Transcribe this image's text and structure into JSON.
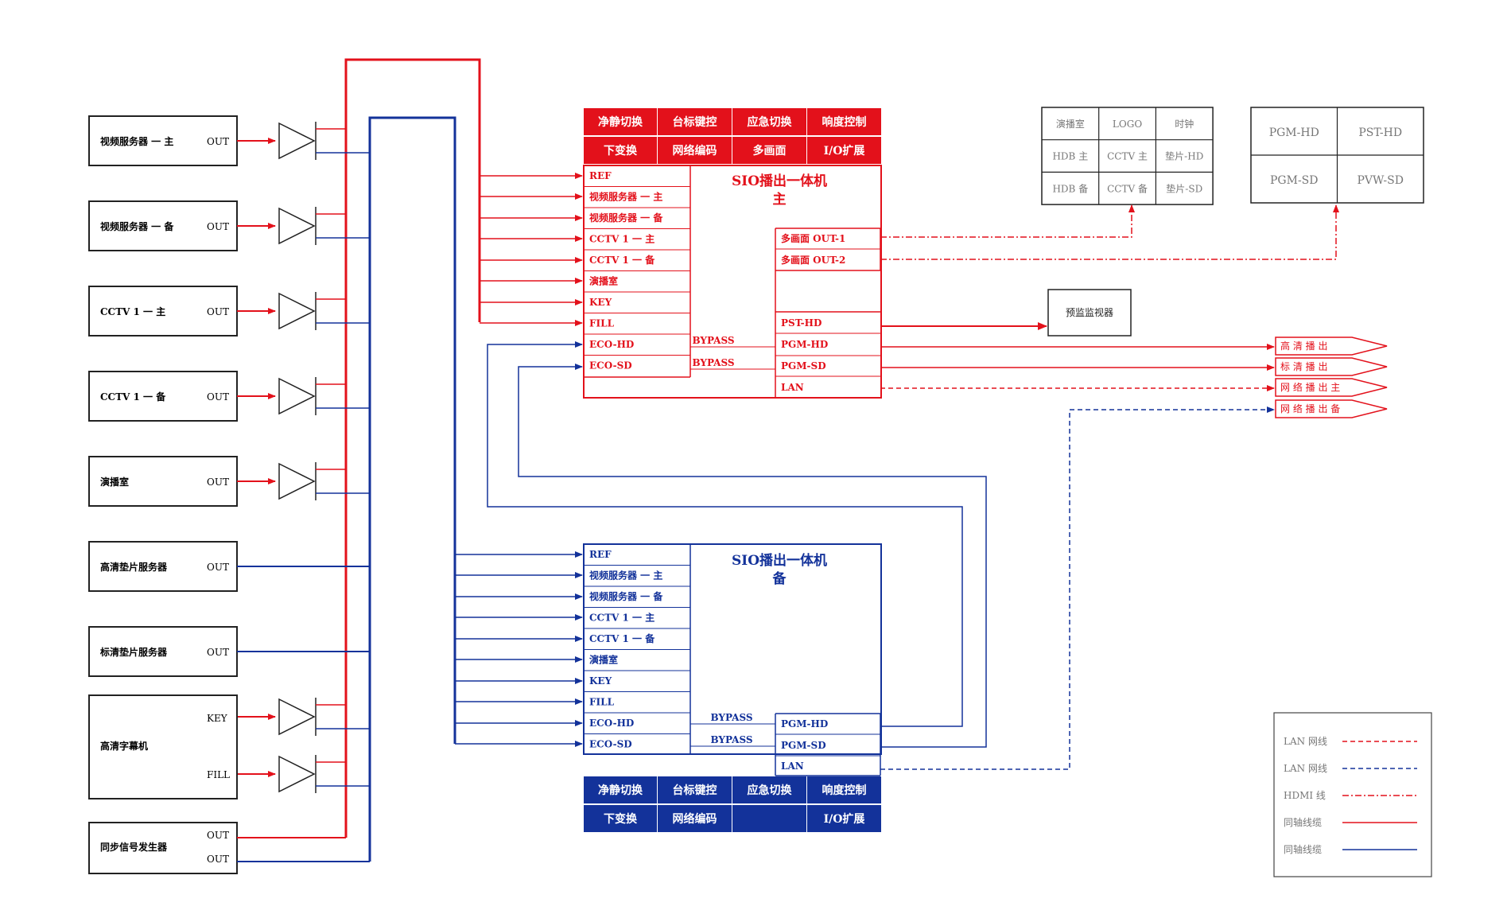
{
  "colors": {
    "red": "#e3111b",
    "blue": "#13329a",
    "dark": "#222222",
    "gray": "#777777"
  },
  "sources": [
    {
      "label": "视频服务器 一 主",
      "out": "OUT",
      "amp": true
    },
    {
      "label": "视频服务器 一 备",
      "out": "OUT",
      "amp": true
    },
    {
      "label": "CCTV 1 一 主",
      "out": "OUT",
      "amp": true
    },
    {
      "label": "CCTV 1 一 备",
      "out": "OUT",
      "amp": true
    },
    {
      "label": "演播室",
      "out": "OUT",
      "amp": true
    },
    {
      "label": "高清垫片服务器",
      "out": "OUT",
      "amp": false
    },
    {
      "label": "标清垫片服务器",
      "out": "OUT",
      "amp": false
    }
  ],
  "caption_machine": {
    "label": "高清字幕机",
    "key": "KEY",
    "fill": "FILL"
  },
  "sync_generator": {
    "label": "同步信号发生器",
    "out1": "OUT",
    "out2": "OUT"
  },
  "main_unit": {
    "title1": "SIO播出一体机",
    "title2": "主",
    "buttons_row1": [
      "净静切换",
      "台标键控",
      "应急切换",
      "响度控制"
    ],
    "buttons_row2": [
      "下变换",
      "网络编码",
      "多画面",
      "I/O扩展"
    ],
    "inputs": [
      "REF",
      "视频服务器 一 主",
      "视频服务器 一 备",
      "CCTV 1 一 主",
      "CCTV 1 一 备",
      "演播室",
      "KEY",
      "FILL",
      "ECO-HD",
      "ECO-SD"
    ],
    "outputs": [
      "多画面 OUT-1",
      "多画面 OUT-2",
      "PST-HD",
      "PGM-HD",
      "PGM-SD",
      "LAN"
    ],
    "bypass": "BYPASS"
  },
  "backup_unit": {
    "title1": "SIO播出一体机",
    "title2": "备",
    "buttons_row1": [
      "净静切换",
      "台标键控",
      "应急切换",
      "响度控制"
    ],
    "buttons_row2": [
      "下变换",
      "网络编码",
      "",
      "I/O扩展"
    ],
    "inputs": [
      "REF",
      "视频服务器 一 主",
      "视频服务器 一 备",
      "CCTV 1 一 主",
      "CCTV 1 一 备",
      "演播室",
      "KEY",
      "FILL",
      "ECO-HD",
      "ECO-SD"
    ],
    "outputs": [
      "PGM-HD",
      "PGM-SD",
      "LAN"
    ],
    "bypass": "BYPASS"
  },
  "monitor_grid_1": [
    "演播室",
    "LOGO",
    "时钟",
    "HDB 主",
    "CCTV 主",
    "垫片-HD",
    "HDB 备",
    "CCTV 备",
    "垫片-SD"
  ],
  "monitor_grid_2": [
    "PGM-HD",
    "PST-HD",
    "PGM-SD",
    "PVW-SD"
  ],
  "preview_monitor": "预监监视器",
  "outputs_right": [
    "高 清 播 出",
    "标 清 播 出",
    "网 络 播 出 主",
    "网 络 播 出 备"
  ],
  "legend": [
    {
      "label": "LAN 网线",
      "style": "dashed",
      "color": "red"
    },
    {
      "label": "LAN 网线",
      "style": "dashed",
      "color": "blue"
    },
    {
      "label": "HDMI 线",
      "style": "dashdot",
      "color": "red"
    },
    {
      "label": "同轴线缆",
      "style": "solid",
      "color": "red"
    },
    {
      "label": "同轴线缆",
      "style": "solid",
      "color": "blue"
    }
  ]
}
